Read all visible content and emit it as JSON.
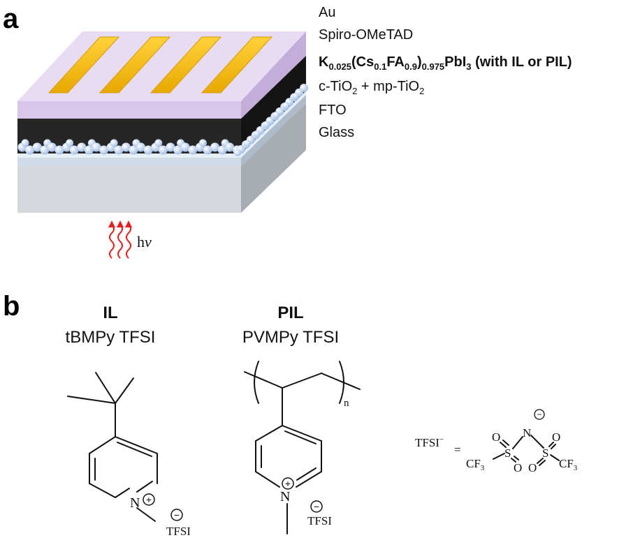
{
  "panel_a": {
    "label": "a",
    "layers": {
      "au": "Au",
      "spiro": "Spiro-OMeTAD",
      "perovskite": {
        "k": "K",
        "k_sub": "0.025",
        "open1": "(Cs",
        "cs_sub": "0.1",
        "fa": "FA",
        "fa_sub": "0.9",
        "close1": ")",
        "outer_sub": "0.975",
        "pb": "PbI",
        "i_sub": "3",
        "suffix": " (with IL or PIL)"
      },
      "tio2": {
        "c": "c-TiO",
        "c_sub": "2",
        "plus_mp": " + mp-TiO",
        "mp_sub": "2"
      },
      "fto": "FTO",
      "glass": "Glass"
    },
    "light": {
      "h": "h",
      "nu": "ν"
    },
    "colors": {
      "gold": "#f5b800",
      "spiro": "#d9c8ec",
      "perovskite": "#222222",
      "fto": "#d2dde9",
      "glass": "#d3d7db",
      "tio2_beads": "#bcd2ee"
    }
  },
  "panel_b": {
    "label": "b",
    "il": {
      "title": "IL",
      "name": "tBMPy TFSI"
    },
    "pil": {
      "title": "PIL",
      "name": "PVMPy TFSI",
      "n": "n"
    },
    "plus": "+",
    "minus": "−",
    "n_atom": "N",
    "counter_ion": "TFSI",
    "tfsi_def": {
      "lhs": "TFSI",
      "sup": "−",
      "eq": "=",
      "cf3": "CF",
      "cf3_sub": "3",
      "s": "S",
      "o": "O",
      "n": "N"
    }
  }
}
